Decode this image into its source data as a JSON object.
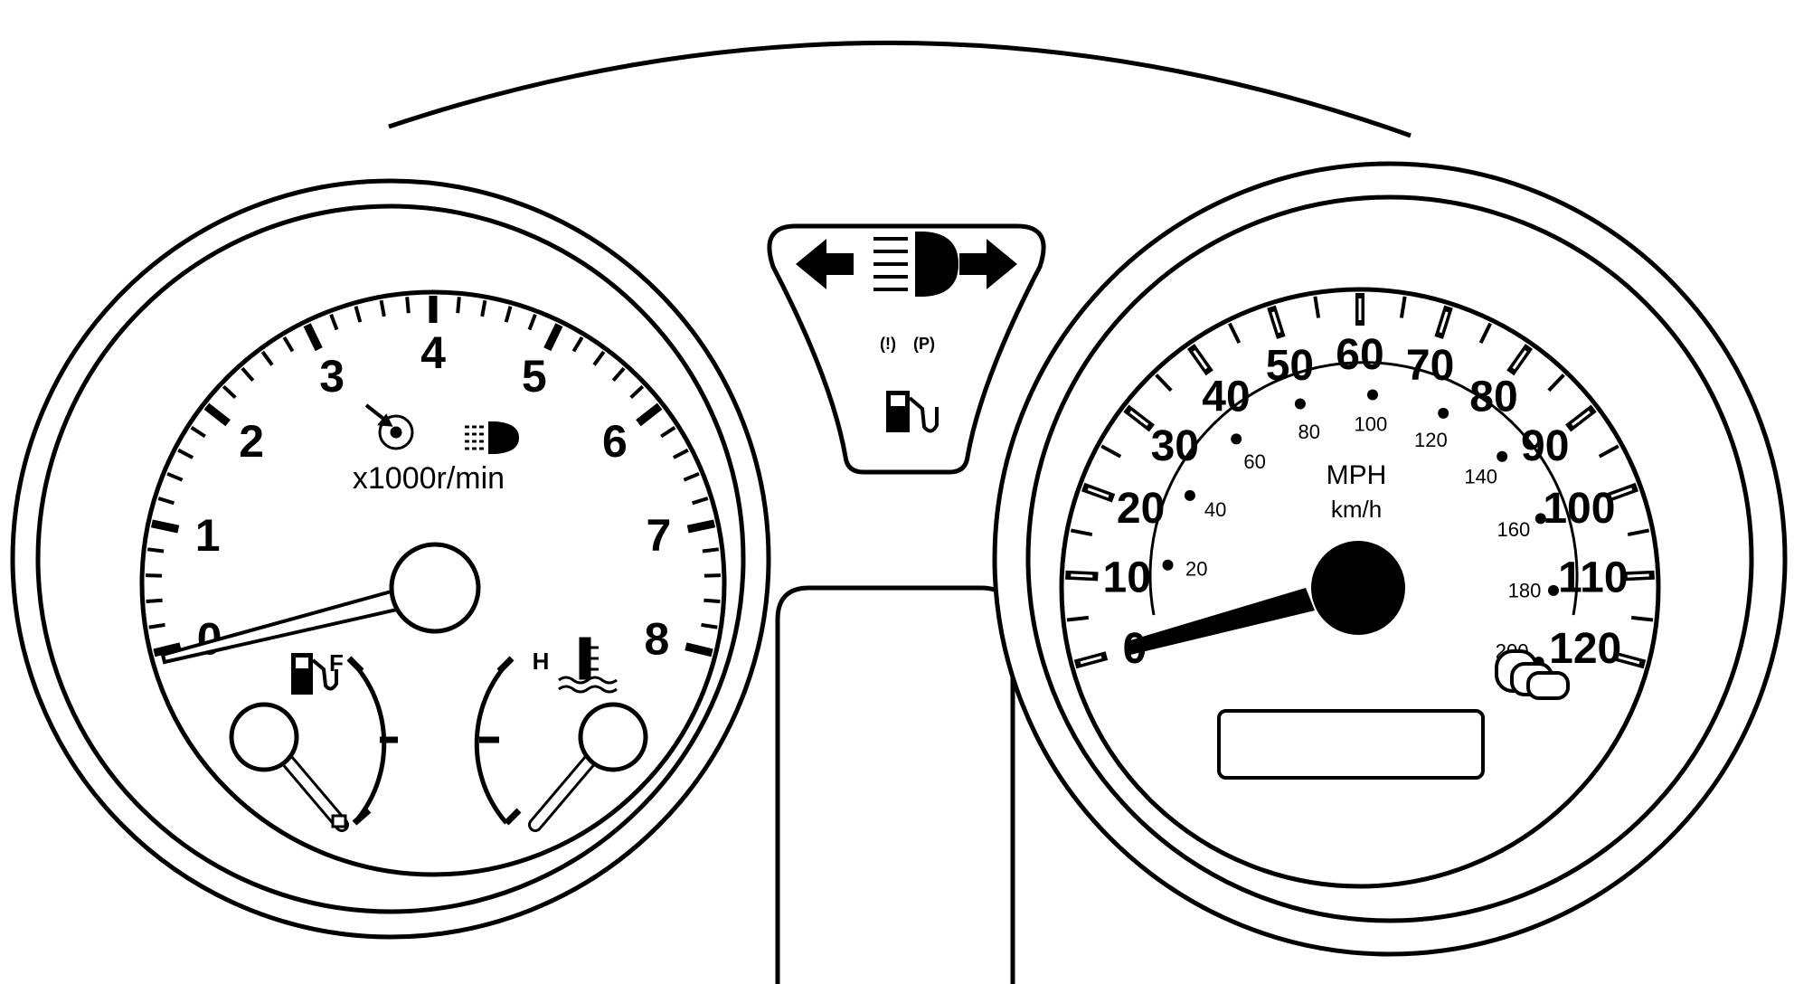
{
  "tachometer": {
    "numbers": [
      "0",
      "1",
      "2",
      "3",
      "4",
      "5",
      "6",
      "7",
      "8"
    ],
    "unit_label": "x1000r/min"
  },
  "fuel_gauge": {
    "full_label": "F"
  },
  "temp_gauge": {
    "hot_label": "H"
  },
  "indicator_panel": {
    "brake_label": "(!)",
    "park_label": "(P)",
    "icons": [
      "left-turn-arrow-icon",
      "headlight-high-beam-icon",
      "right-turn-arrow-icon",
      "brake-warning-icon",
      "parking-brake-icon",
      "fuel-pump-icon"
    ]
  },
  "speedometer": {
    "mph_numbers": [
      "0",
      "10",
      "20",
      "30",
      "40",
      "50",
      "60",
      "70",
      "80",
      "90",
      "100",
      "110",
      "120"
    ],
    "kmh_numbers": [
      "20",
      "40",
      "60",
      "80",
      "100",
      "120",
      "140",
      "160",
      "180",
      "200"
    ],
    "mph_label": "MPH",
    "kmh_label": "km/h"
  },
  "colors": {
    "ink": "#000000",
    "face": "#ffffff"
  }
}
